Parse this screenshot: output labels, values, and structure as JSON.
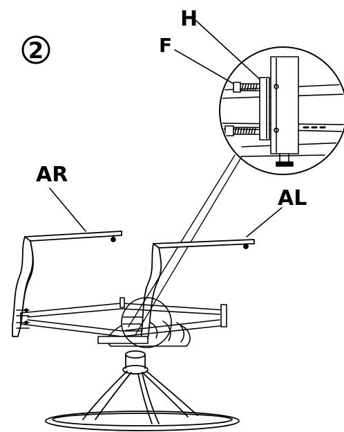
{
  "step": {
    "number": "2"
  },
  "labels": {
    "h": "H",
    "f": "F",
    "ar": "AR",
    "al": "AL"
  },
  "colors": {
    "line": "#000000",
    "background": "#ffffff"
  }
}
